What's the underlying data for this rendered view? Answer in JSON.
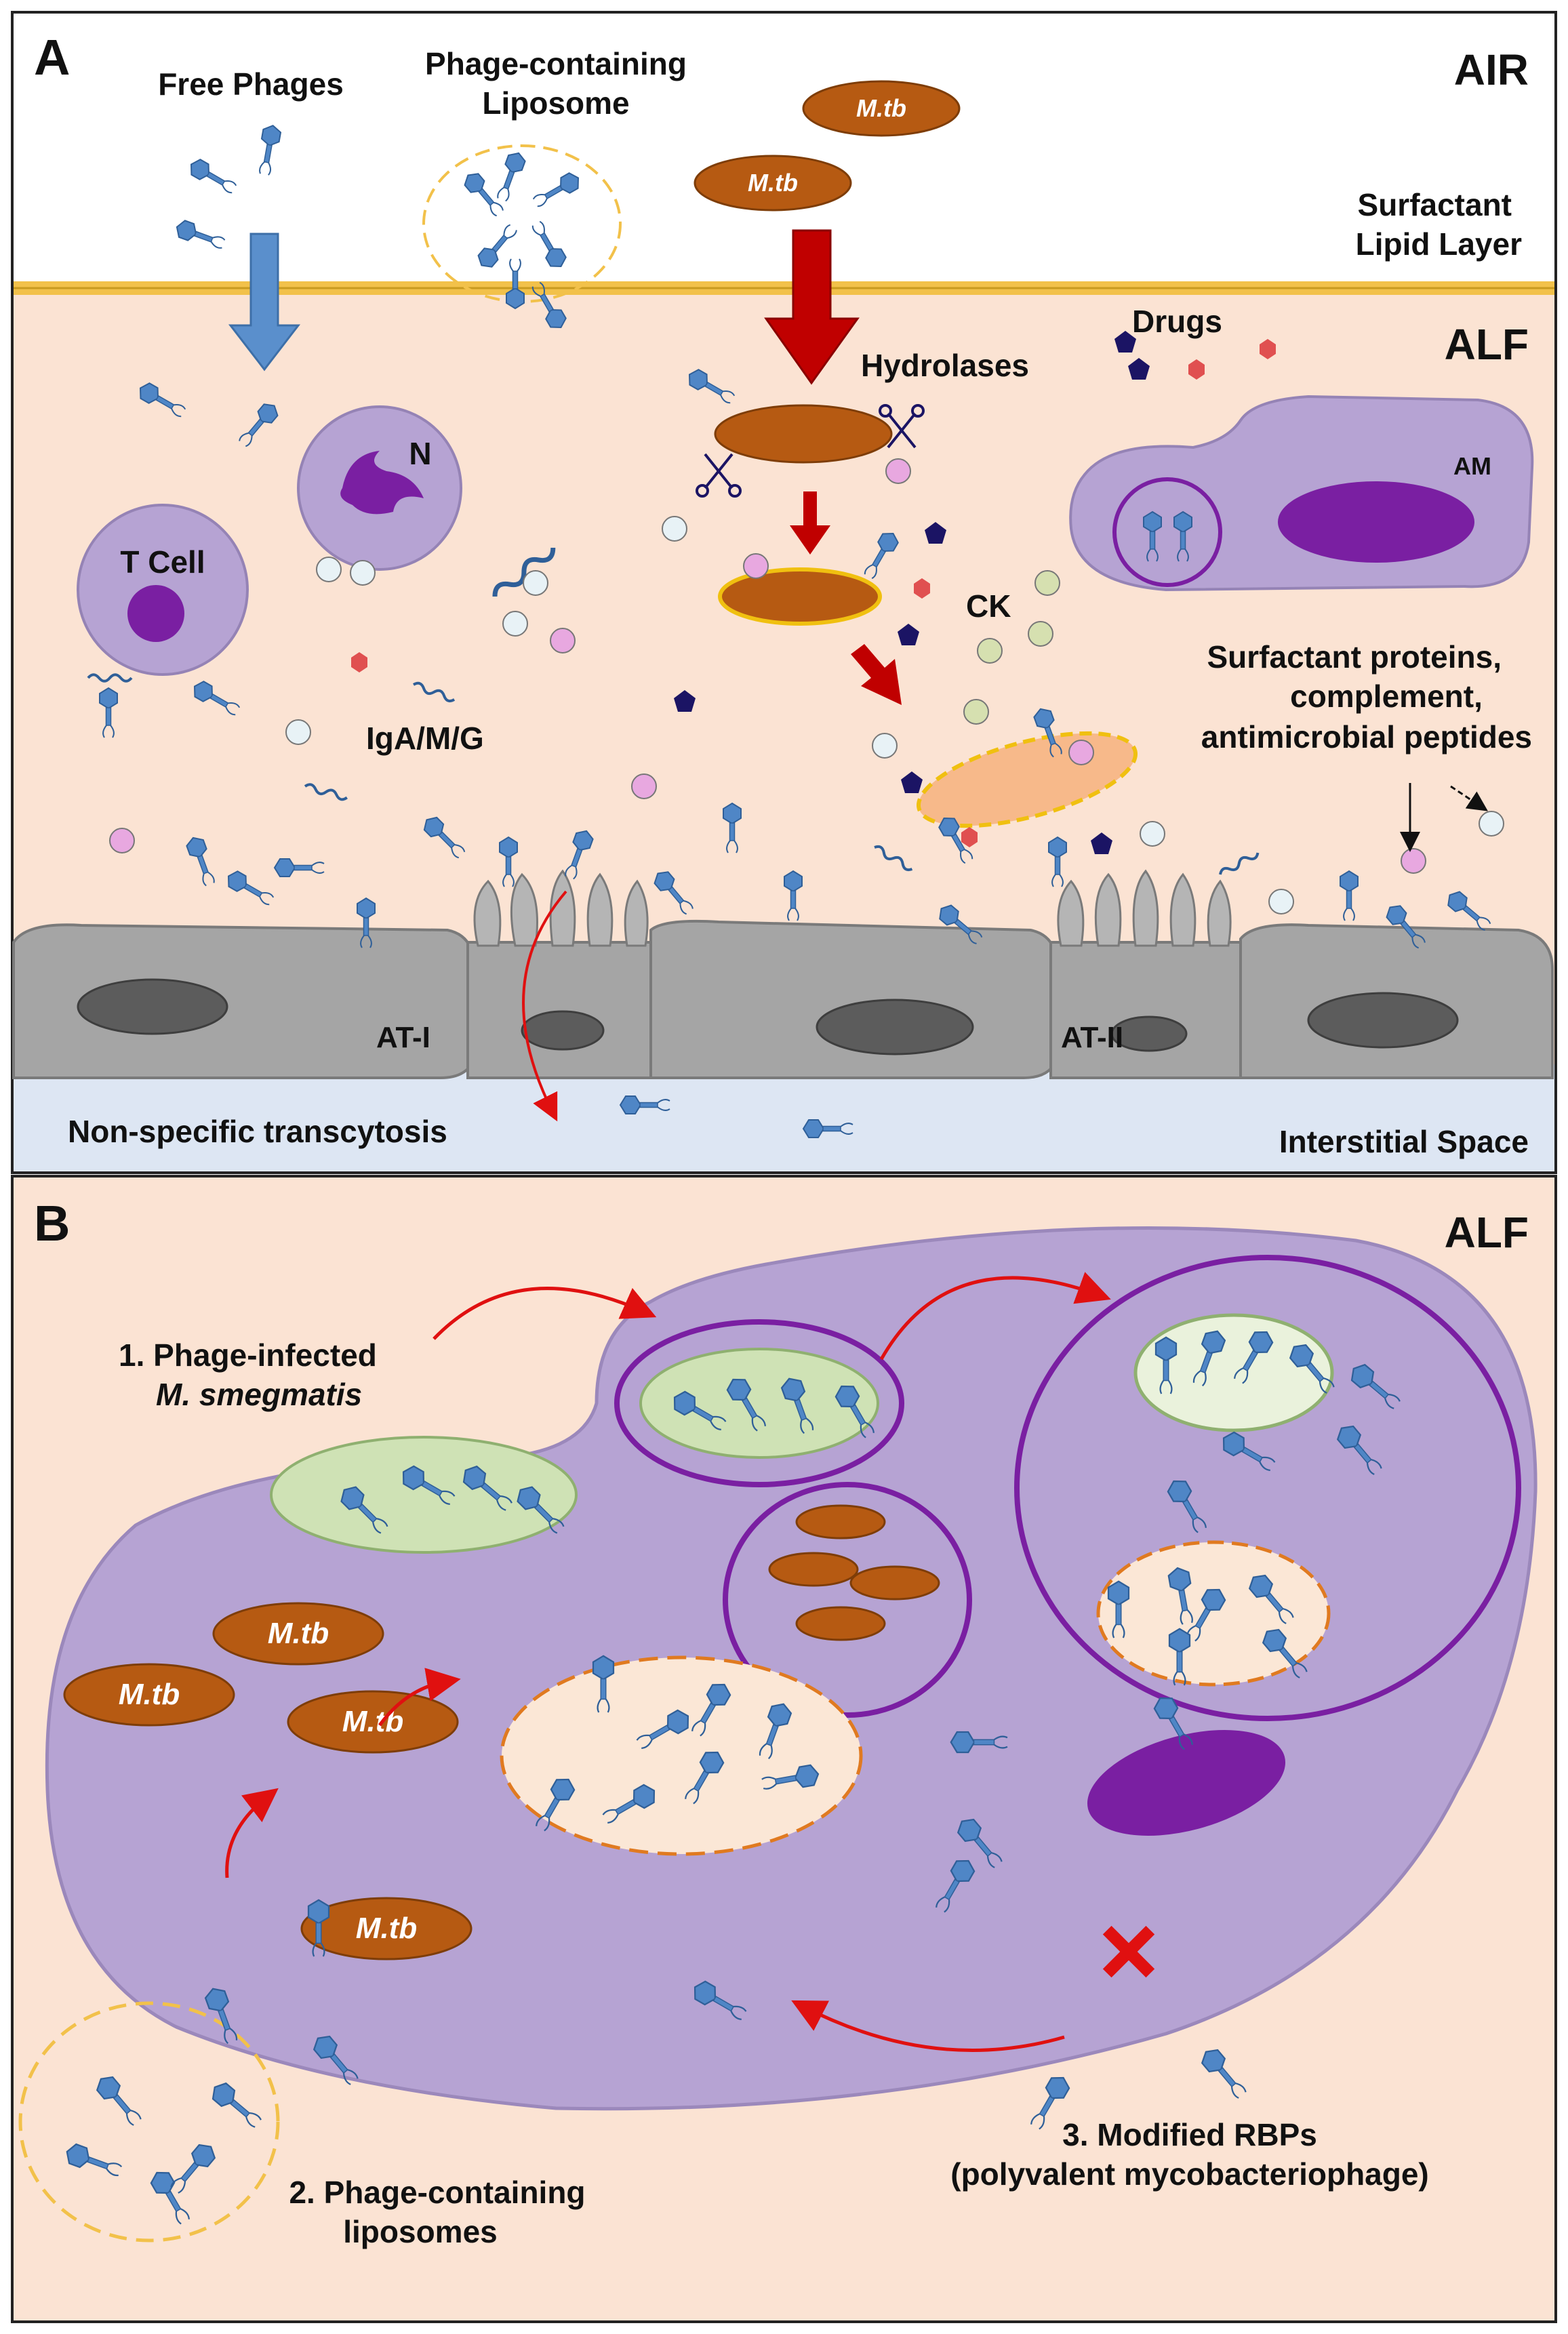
{
  "panel_a": {
    "letter": "A",
    "air": "AIR",
    "alf": "ALF",
    "free_phages": "Free Phages",
    "liposome_line1": "Phage-containing",
    "liposome_line2": "Liposome",
    "mtb": "M.tb",
    "surfactant_line1": "Surfactant",
    "surfactant_line2": "Lipid Layer",
    "drugs": "Drugs",
    "hydrolases": "Hydrolases",
    "n_cell": "N",
    "am_cell": "AM",
    "t_cell": "T Cell",
    "ck": "CK",
    "iga": "IgA/M/G",
    "sp_line1": "Surfactant proteins,",
    "sp_line2": "complement,",
    "sp_line3": "antimicrobial peptides",
    "at1": "AT-I",
    "at2": "AT-II",
    "transcytosis": "Non-specific transcytosis",
    "interstitial": "Interstitial Space"
  },
  "panel_b": {
    "letter": "B",
    "alf": "ALF",
    "item1_line1": "1.  Phage-infected",
    "item1_line2": "M. smegmatis",
    "item2_line1": "2. Phage-containing",
    "item2_line2": "liposomes",
    "item3_line1": "3. Modified RBPs",
    "item3_line2": "(polyvalent mycobacteriophage)",
    "mtb": "M.tb"
  },
  "colors": {
    "alf_background": "#fbe3d3",
    "cell_purple": "#b6a3d3",
    "nucleus_purple": "#7a1fa2",
    "mtb_brown": "#b65a12",
    "phage_blue": "#4f86c6",
    "arrow_red": "#c00000",
    "arrow_blue": "#5a8fcc",
    "epithelium_gray": "#9a9a9a",
    "interstitial_blue": "#dde6f3",
    "surfactant_yellow": "#f2c14a"
  }
}
